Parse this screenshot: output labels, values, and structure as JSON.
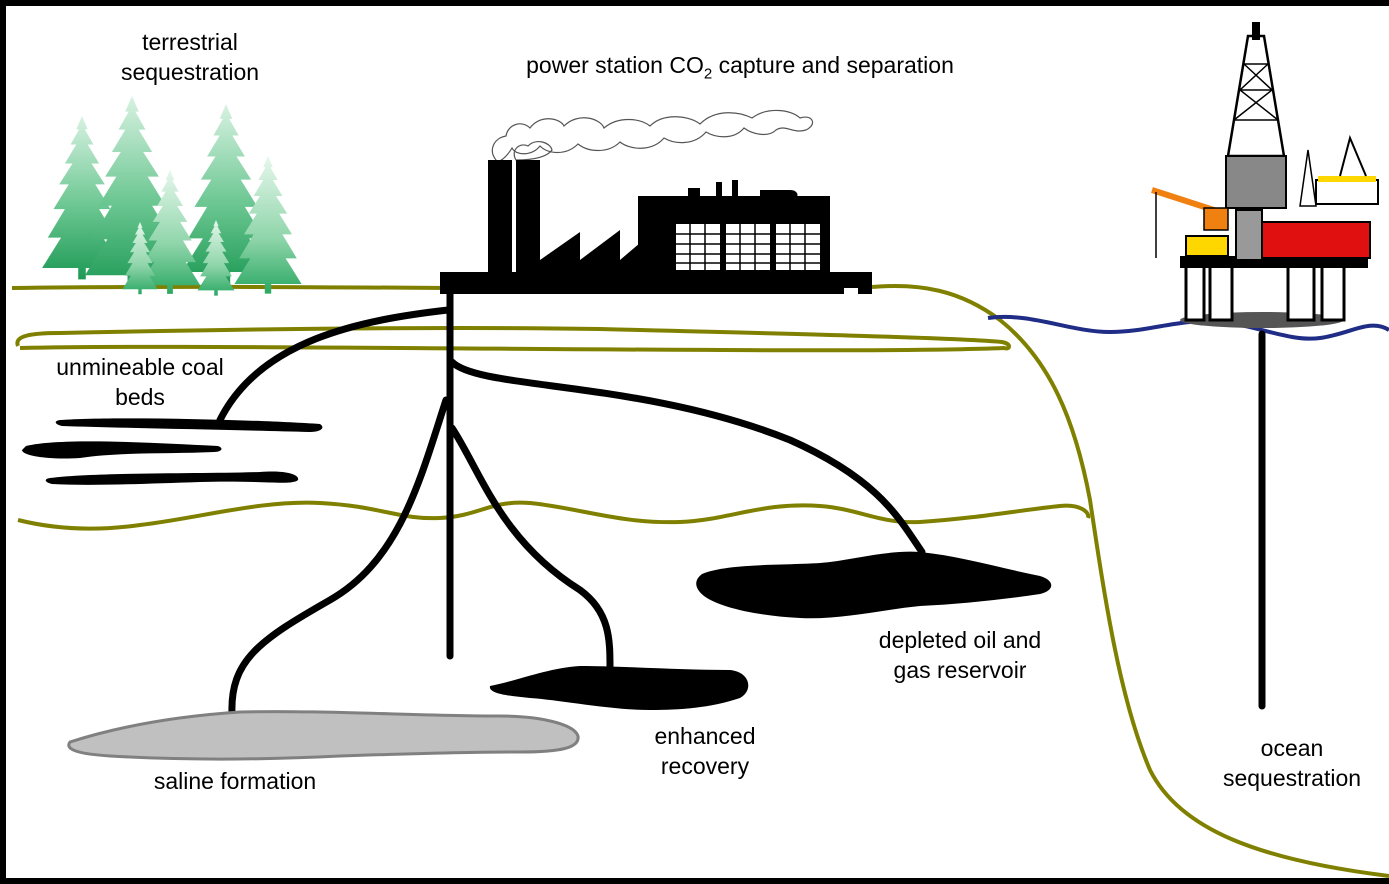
{
  "labels": {
    "terrestrial": "terrestrial\nsequestration",
    "power_station_pre": "power station CO",
    "power_station_sub": "2",
    "power_station_post": " capture and separation",
    "coal_beds": "unmineable coal\nbeds",
    "depleted": "depleted oil and\ngas reservoir",
    "enhanced": "enhanced\nrecovery",
    "saline": "saline formation",
    "ocean": "ocean\nsequestration"
  },
  "colors": {
    "strata": "#808000",
    "water": "#1f2d86",
    "pipe": "#000000",
    "saline_fill": "#c0c0c0",
    "saline_stroke": "#808080",
    "rig_red": "#e01010",
    "rig_yellow": "#ffd700",
    "rig_orange": "#f08010",
    "tree_dark": "#1e9a55",
    "tree_light": "#d8f2e2"
  },
  "icons": {
    "forest": "pine-forest-icon",
    "factory": "power-plant-icon",
    "rig": "offshore-oil-rig-icon",
    "smoke": "smoke-plume-icon"
  }
}
